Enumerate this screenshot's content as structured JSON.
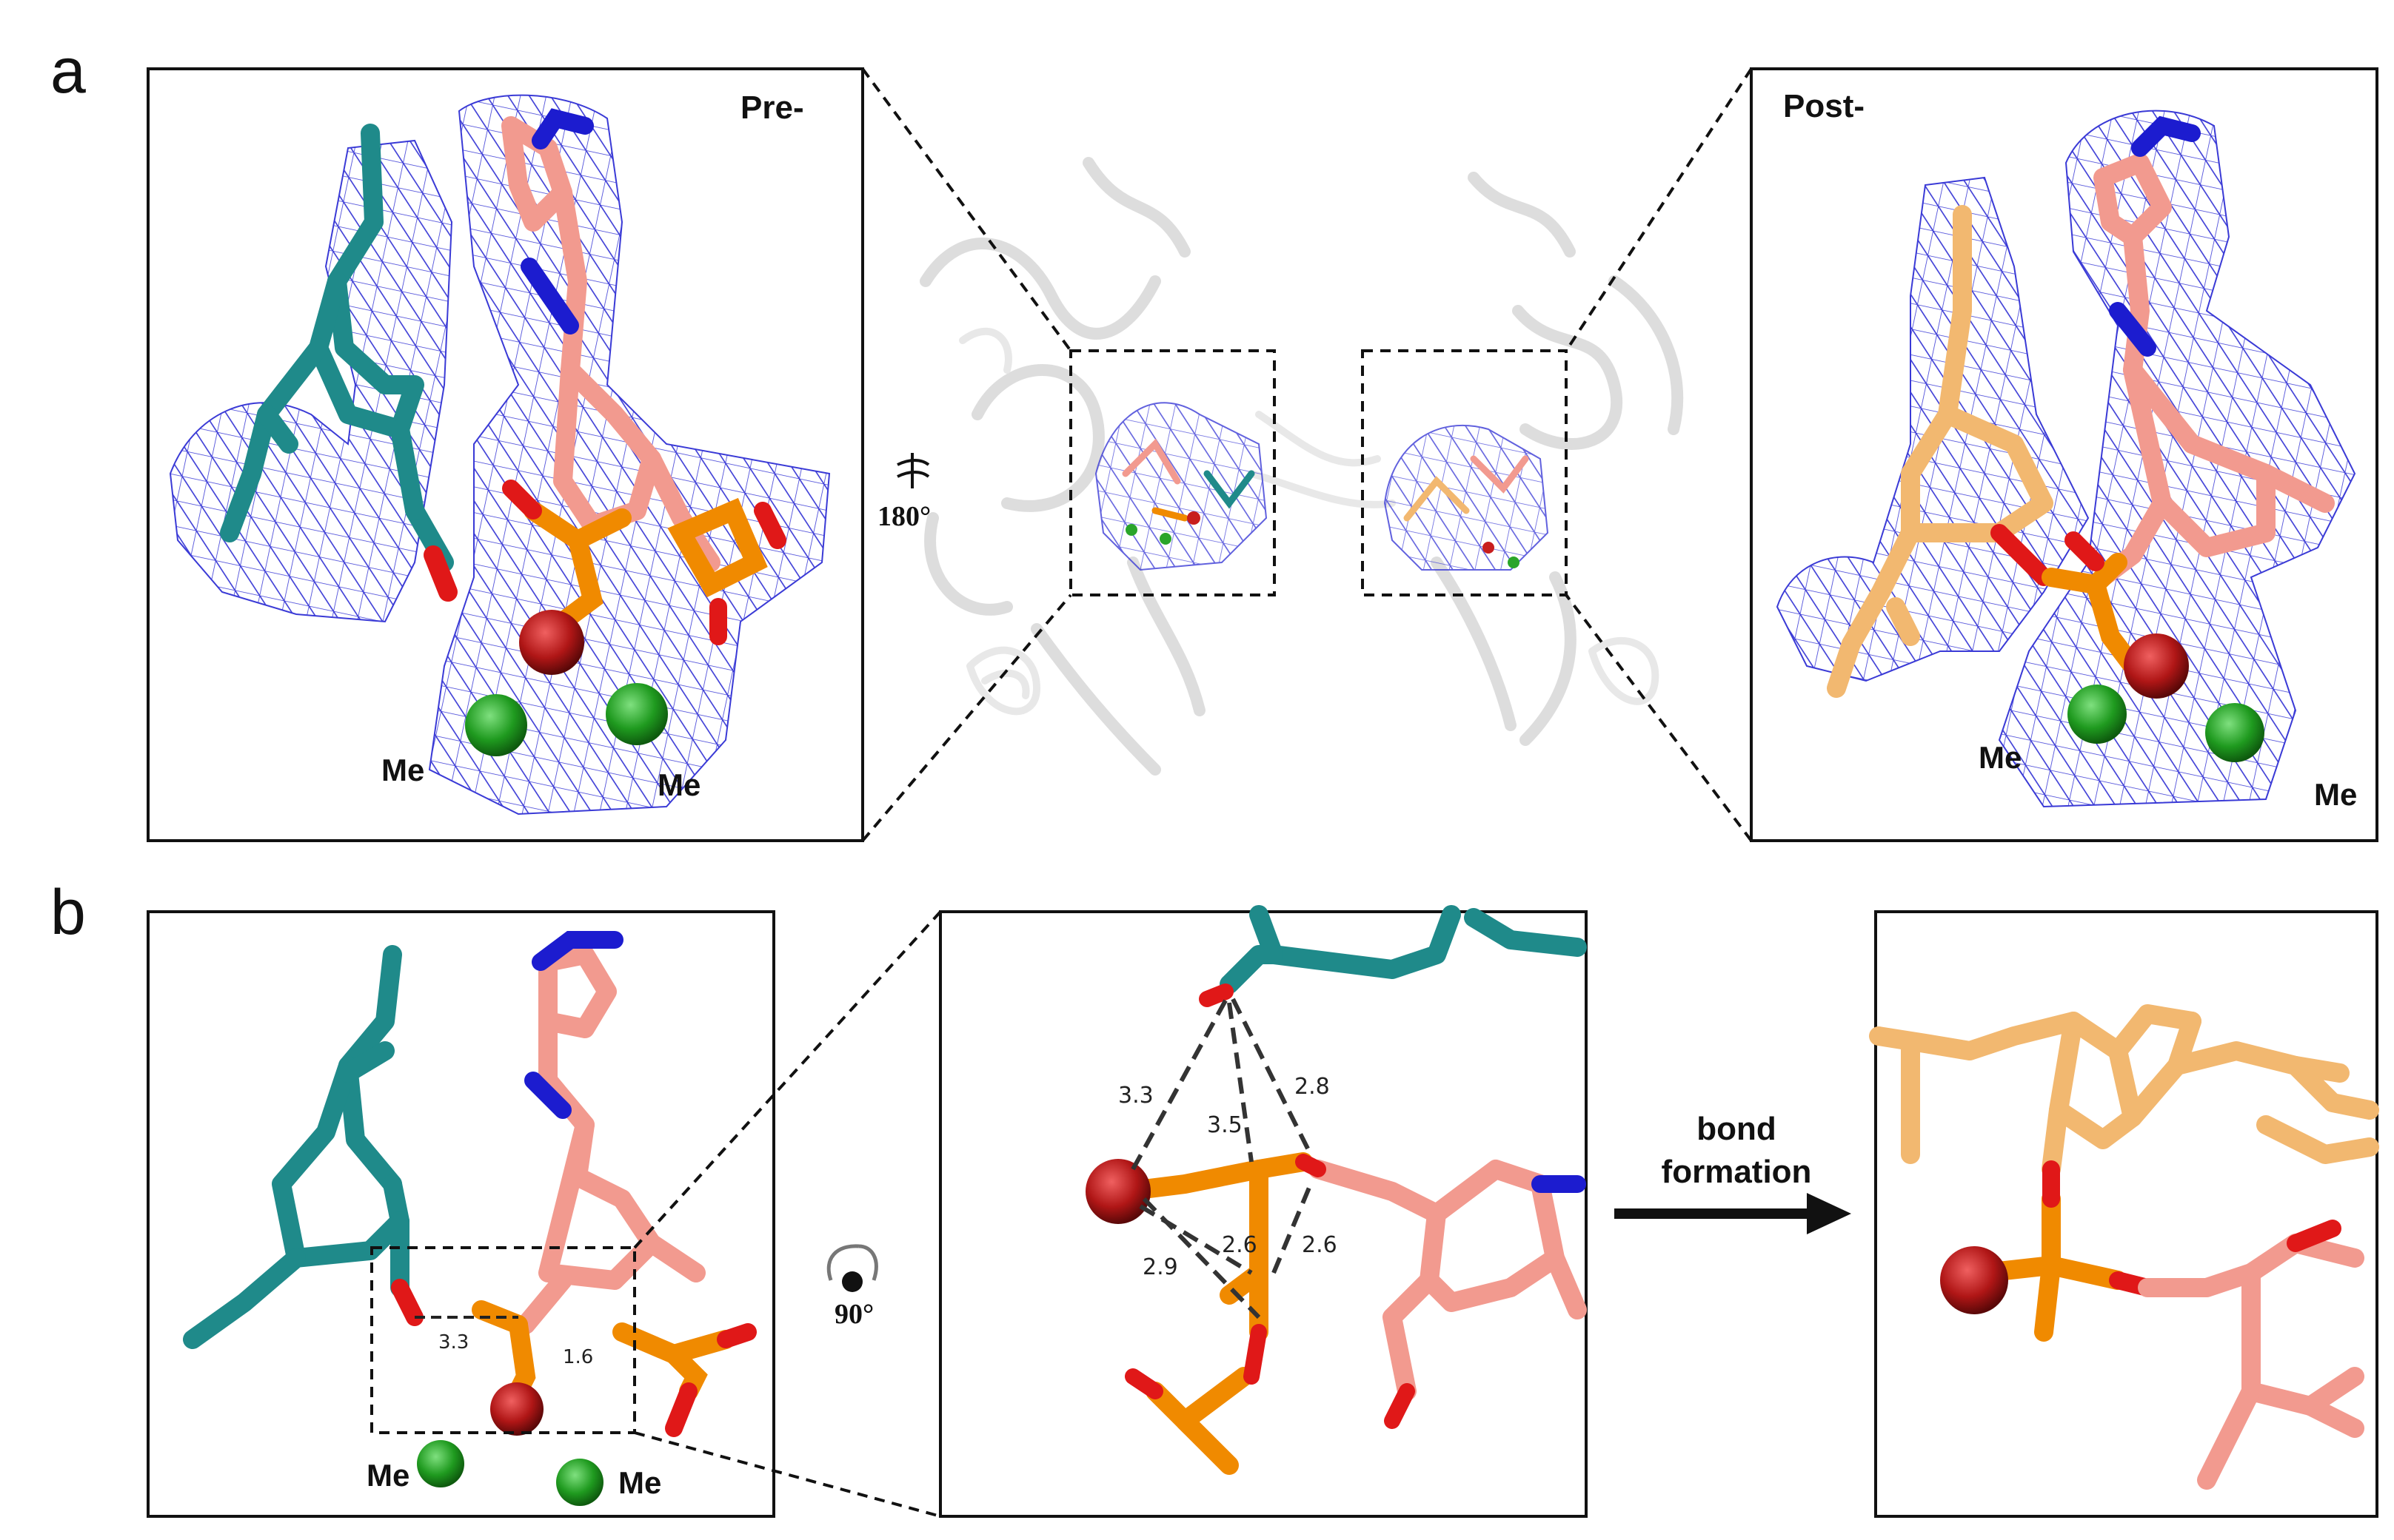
{
  "panels": {
    "a": {
      "letter": "a",
      "pre_label": "Pre-",
      "post_label": "Post-",
      "rotation_label": "180°",
      "metal_labels": [
        "Me",
        "Me",
        "Me",
        "Me"
      ]
    },
    "b": {
      "letter": "b",
      "metal_labels": [
        "Me",
        "Me"
      ],
      "rotation_label": "90°",
      "arrow_label_line1": "bond",
      "arrow_label_line2": "formation"
    }
  },
  "distances": {
    "overview": [
      "3.3",
      "1.6"
    ],
    "zoom": [
      "3.3",
      "3.5",
      "2.8",
      "2.9",
      "2.6",
      "2.6"
    ]
  },
  "colors": {
    "teal": "#1f8a8a",
    "salmon": "#f29a8f",
    "orange": "#f08a00",
    "red": "#c81e1e",
    "blue": "#1c1ccf",
    "green": "#2aa52a",
    "tan": "#f2b870",
    "mesh": "#3a3ad6"
  }
}
